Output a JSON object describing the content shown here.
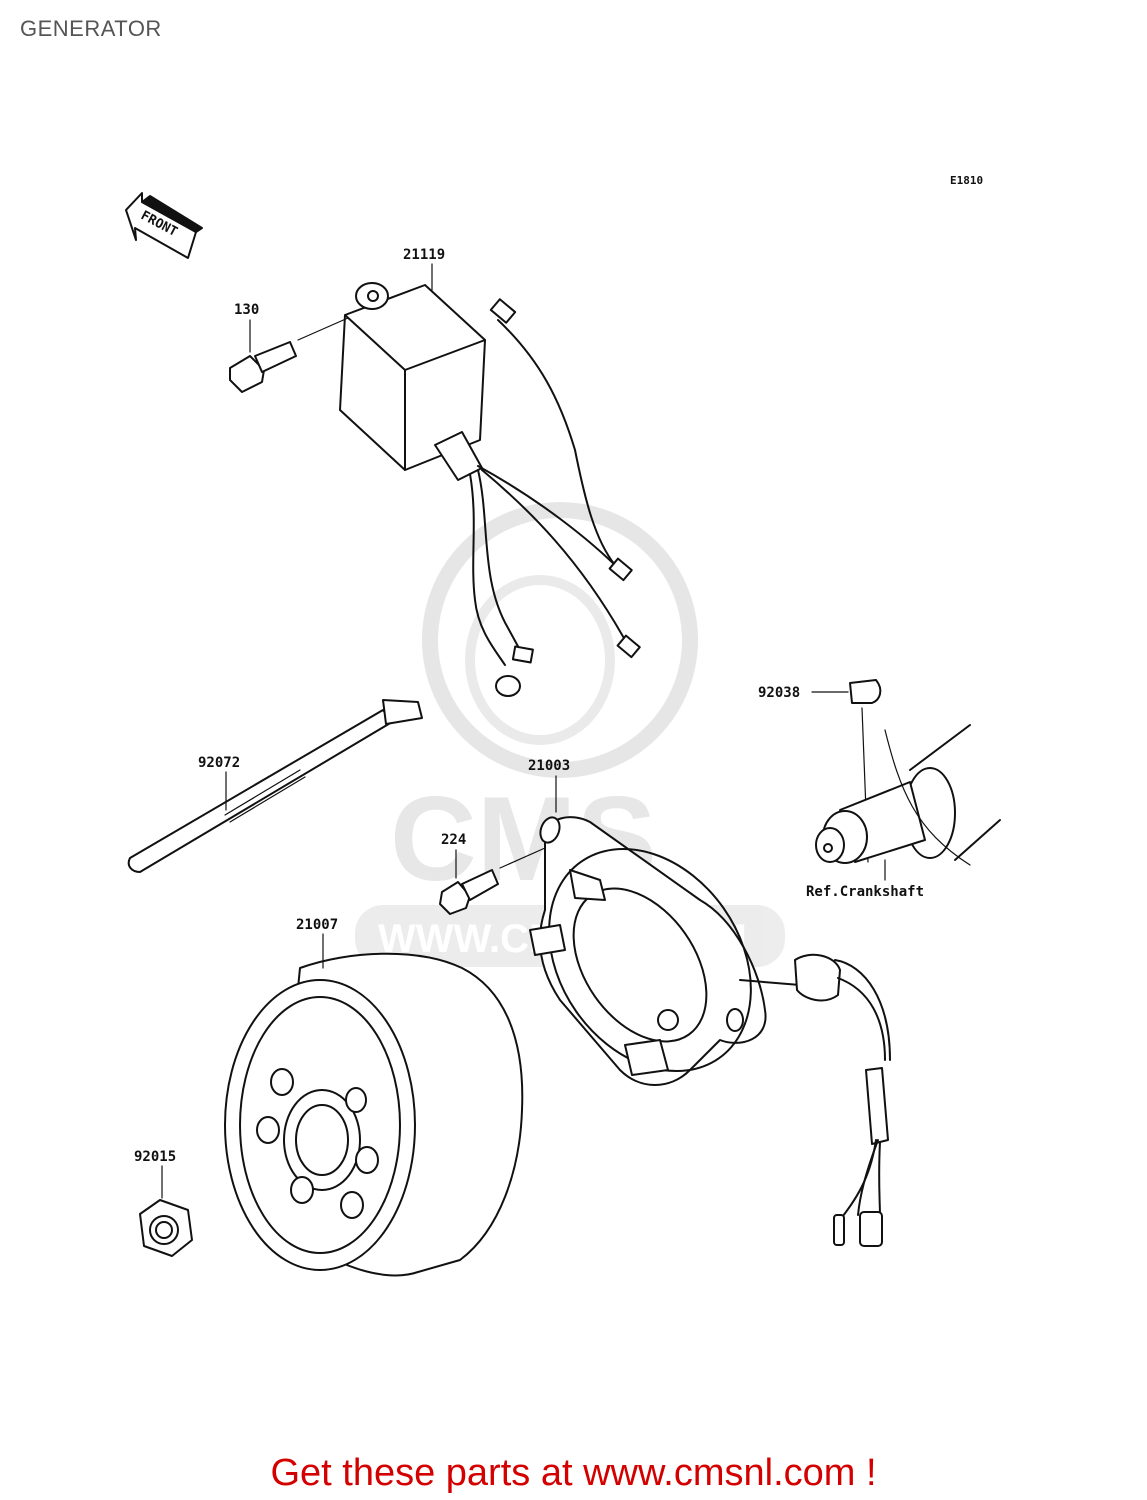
{
  "page": {
    "title": "GENERATOR",
    "footer": "Get these parts at www.cmsnl.com !"
  },
  "diagram": {
    "code": "E1810",
    "front_label": "FRONT",
    "reference_label": "Ref.Crankshaft",
    "parts": [
      {
        "number": "21119"
      },
      {
        "number": "130"
      },
      {
        "number": "92038"
      },
      {
        "number": "92072"
      },
      {
        "number": "21003"
      },
      {
        "number": "224"
      },
      {
        "number": "21007"
      },
      {
        "number": "92015"
      }
    ]
  },
  "watermark": {
    "brand": "CMS",
    "url": "WWW.CMSNL.COM"
  },
  "colors": {
    "footer": "#d40000",
    "title": "#555555",
    "linework": "#111111",
    "watermark": "#cfcfcf"
  }
}
